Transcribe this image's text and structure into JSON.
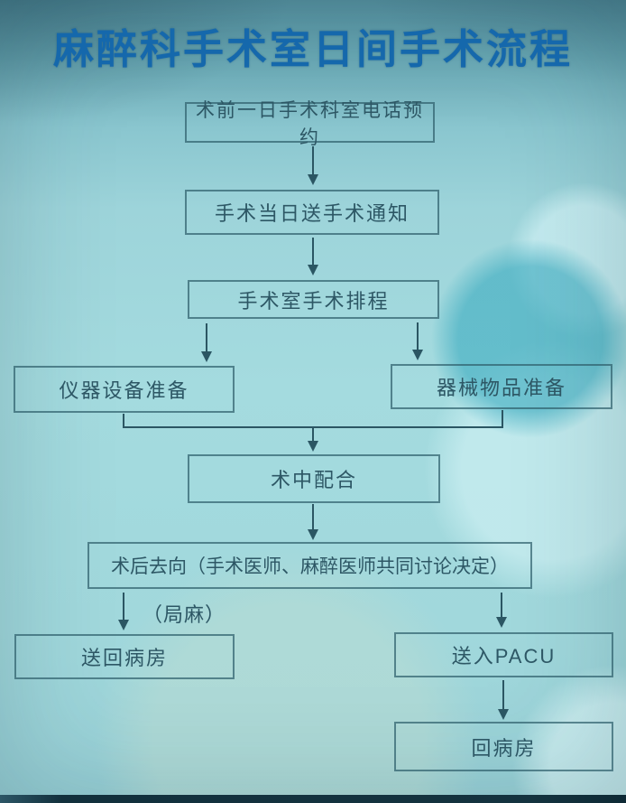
{
  "title": "麻醉科手术室日间手术流程",
  "nodes": {
    "preop_phone_booking": {
      "label": "术前一日手术科室电话预约"
    },
    "surgery_day_notice": {
      "label": "手术当日送手术通知"
    },
    "or_scheduling": {
      "label": "手术室手术排程"
    },
    "instrument_equipment_prep": {
      "label": "仪器设备准备"
    },
    "device_supplies_prep": {
      "label": "器械物品准备"
    },
    "intraop_cooperation": {
      "label": "术中配合"
    },
    "postop_destination": {
      "label": "术后去向（手术医师、麻醉医师共同讨论决定）"
    },
    "return_to_ward": {
      "label": "送回病房"
    },
    "to_pacu": {
      "label": "送入PACU"
    },
    "back_to_ward": {
      "label": "回病房"
    }
  },
  "edge_labels": {
    "local_anesthesia": "（局麻）"
  },
  "colors": {
    "background": "#a4dbdf",
    "title_text": "#1568ac",
    "box_border": "#2f5f6c",
    "box_text": "#2d5765",
    "arrow": "#2b5663",
    "bottom_edge": "#14333f"
  }
}
